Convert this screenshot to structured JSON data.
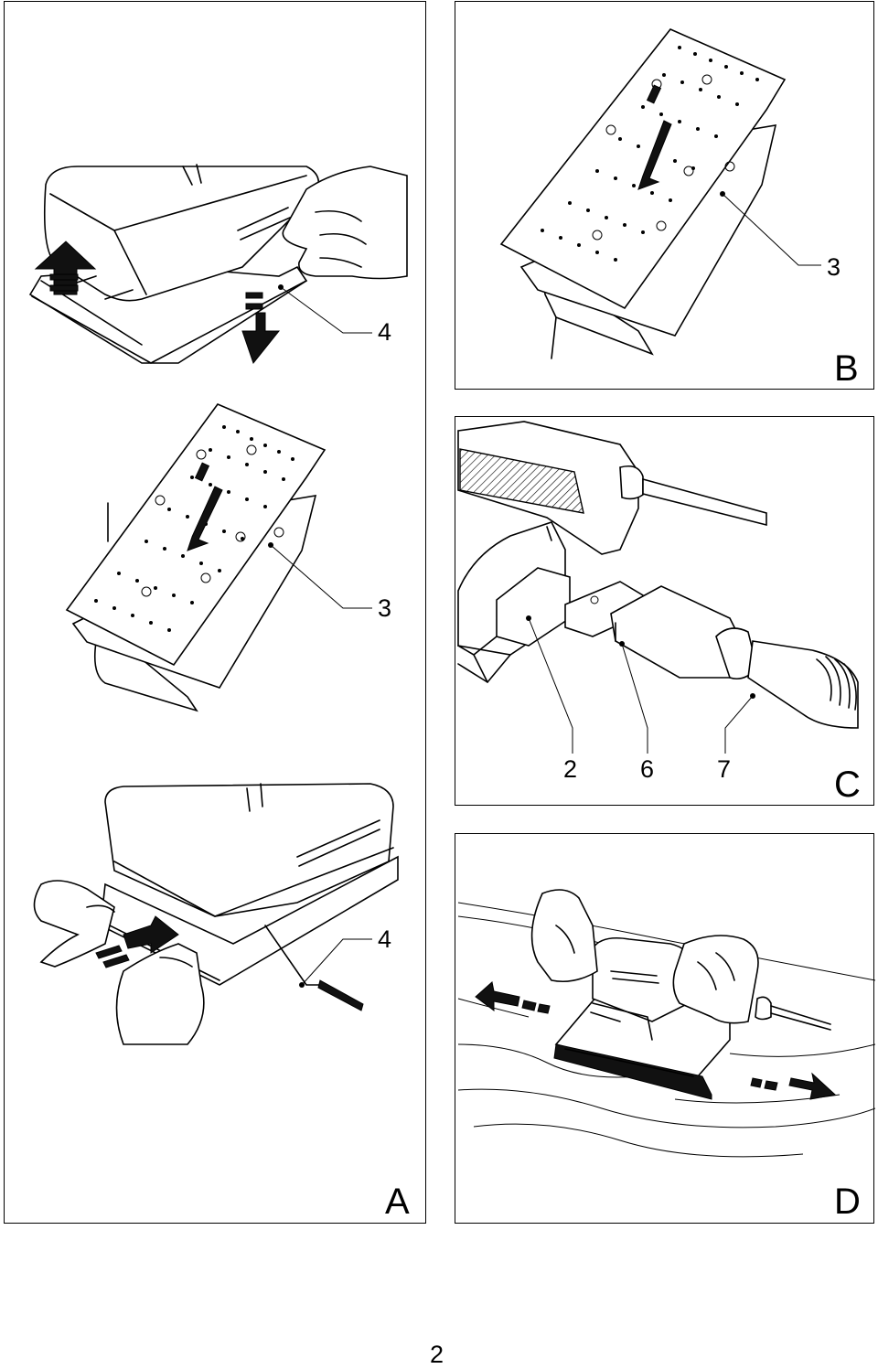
{
  "panels": {
    "a": {
      "letter": "A",
      "callouts": [
        "4",
        "3",
        "4"
      ]
    },
    "b": {
      "letter": "B",
      "callouts": [
        "3"
      ]
    },
    "c": {
      "letter": "C",
      "callouts": [
        "2",
        "6",
        "7"
      ]
    },
    "d": {
      "letter": "D"
    }
  },
  "page_number": "2"
}
